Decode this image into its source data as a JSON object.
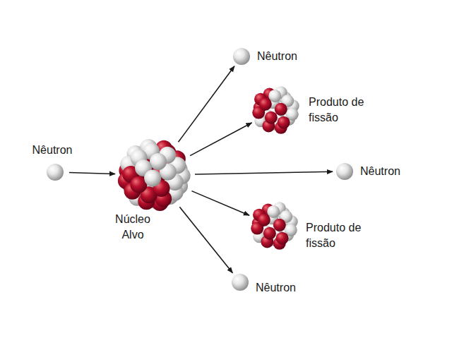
{
  "diagram": {
    "nodes": [
      {
        "text": [
          "Nêutron"
        ]
      },
      {
        "text": [
          "Núcleo Alvo"
        ]
      },
      {
        "text": [
          "Nêutron"
        ]
      },
      {
        "text": [
          "Produto de fissão"
        ]
      },
      {
        "text": [
          "Nêutron"
        ]
      },
      {
        "text": [
          "Produto de fissão"
        ]
      },
      {
        "text": [
          "Nêutron"
        ]
      }
    ],
    "edges": [
      {
        "from": 0,
        "to": 1,
        "arrow": "to"
      },
      {
        "from": 1,
        "to": 2,
        "arrow": "to"
      },
      {
        "from": 1,
        "to": 3,
        "arrow": "to"
      },
      {
        "from": 1,
        "to": 4,
        "arrow": "to"
      },
      {
        "from": 1,
        "to": 5,
        "arrow": "to"
      },
      {
        "from": 1,
        "to": 6,
        "arrow": "to"
      }
    ]
  }
}
